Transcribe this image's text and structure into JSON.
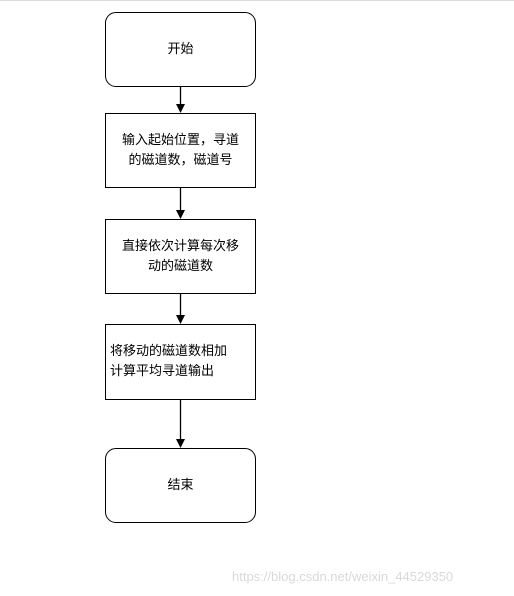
{
  "diagram": {
    "nodes": [
      {
        "id": "start",
        "shape": "terminal",
        "lines": [
          "开始"
        ]
      },
      {
        "id": "input",
        "shape": "process",
        "lines": [
          "输入起始位置，寻道",
          "的磁道数，磁道号"
        ]
      },
      {
        "id": "calc",
        "shape": "process",
        "lines": [
          "直接依次计算每次移",
          "动的磁道数"
        ]
      },
      {
        "id": "sum",
        "shape": "process",
        "lines": [
          "将移动的磁道数相加",
          "计算平均寻道输出"
        ]
      },
      {
        "id": "end",
        "shape": "terminal",
        "lines": [
          "结束"
        ]
      }
    ],
    "edges": [
      {
        "from": "start",
        "to": "input"
      },
      {
        "from": "input",
        "to": "calc"
      },
      {
        "from": "calc",
        "to": "sum"
      },
      {
        "from": "sum",
        "to": "end"
      }
    ]
  },
  "watermark": "https://blog.csdn.net/weixin_44529350",
  "colors": {
    "stroke": "#000000",
    "background": "#ffffff",
    "watermark": "#d9d9d9"
  }
}
